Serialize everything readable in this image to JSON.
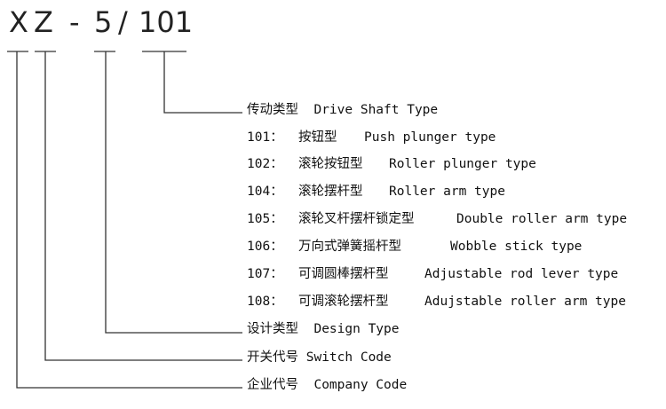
{
  "model_code": {
    "company": "X",
    "switch": "Z",
    "dash": "-",
    "design": "5",
    "slash": "/",
    "drive": "101"
  },
  "legend": {
    "drive_shaft_type": "传动类型  Drive Shaft Type",
    "types": [
      {
        "code": "101：",
        "cn": "按钮型",
        "en": "Push plunger type"
      },
      {
        "code": "102：",
        "cn": "滚轮按钮型",
        "en": "Roller plunger type"
      },
      {
        "code": "104：",
        "cn": "滚轮摆杆型",
        "en": "Roller arm type"
      },
      {
        "code": "105：",
        "cn": "滚轮叉杆摆杆锁定型",
        "en": "Double roller arm type"
      },
      {
        "code": "106：",
        "cn": "万向式弹簧摇杆型",
        "en": "Wobble stick type"
      },
      {
        "code": "107：",
        "cn": "可调圆棒摆杆型",
        "en": "Adjustable rod lever type"
      },
      {
        "code": "108：",
        "cn": "可调滚轮摆杆型",
        "en": "Adujstable roller arm type"
      }
    ],
    "design_type": "设计类型  Design Type",
    "switch_code": "开关代号 Switch Code",
    "company_code": "企业代号  Company Code"
  }
}
